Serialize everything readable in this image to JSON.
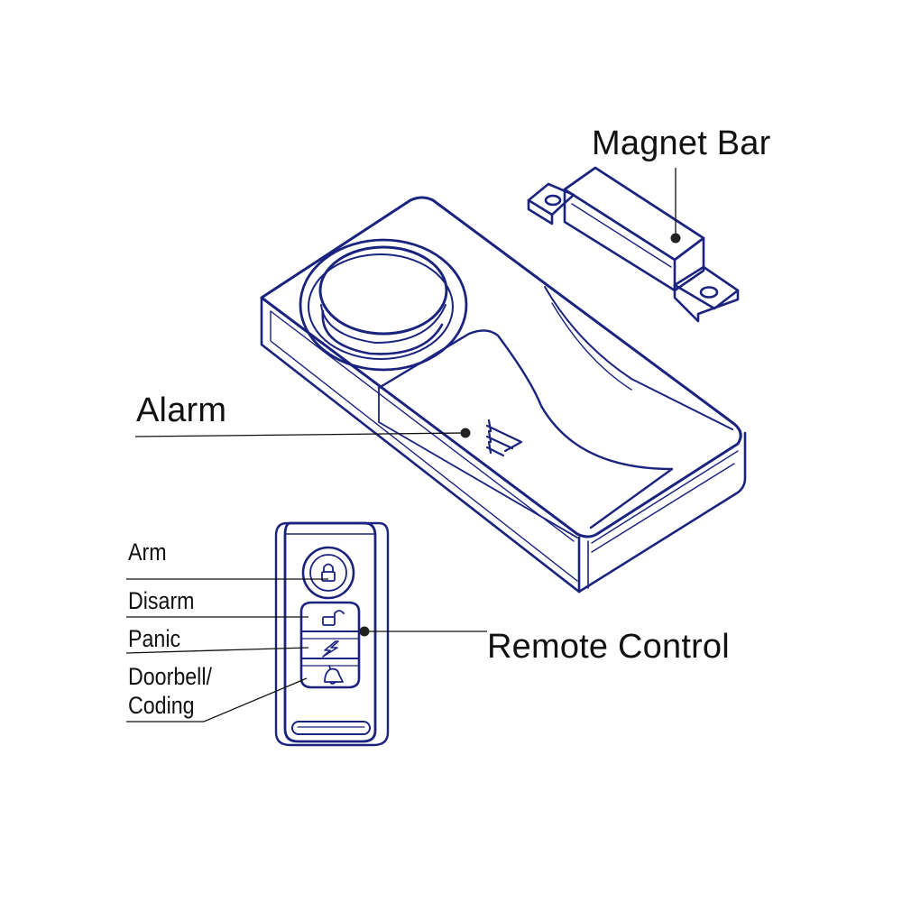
{
  "colors": {
    "outline": "#1a237e",
    "leader": "#111111",
    "background": "#ffffff"
  },
  "labels": {
    "magnet_bar": "Magnet Bar",
    "alarm": "Alarm",
    "remote_control": "Remote Control",
    "arm": "Arm",
    "disarm": "Disarm",
    "panic": "Panic",
    "doorbell_coding_line1": "Doorbell/",
    "doorbell_coding_line2": "Coding"
  },
  "icons": {
    "arm_button": "lock-icon",
    "disarm_button": "unlock-icon",
    "panic_button": "lightning-icon",
    "doorbell_button": "bell-icon",
    "siren": "speaker-dome-icon"
  }
}
